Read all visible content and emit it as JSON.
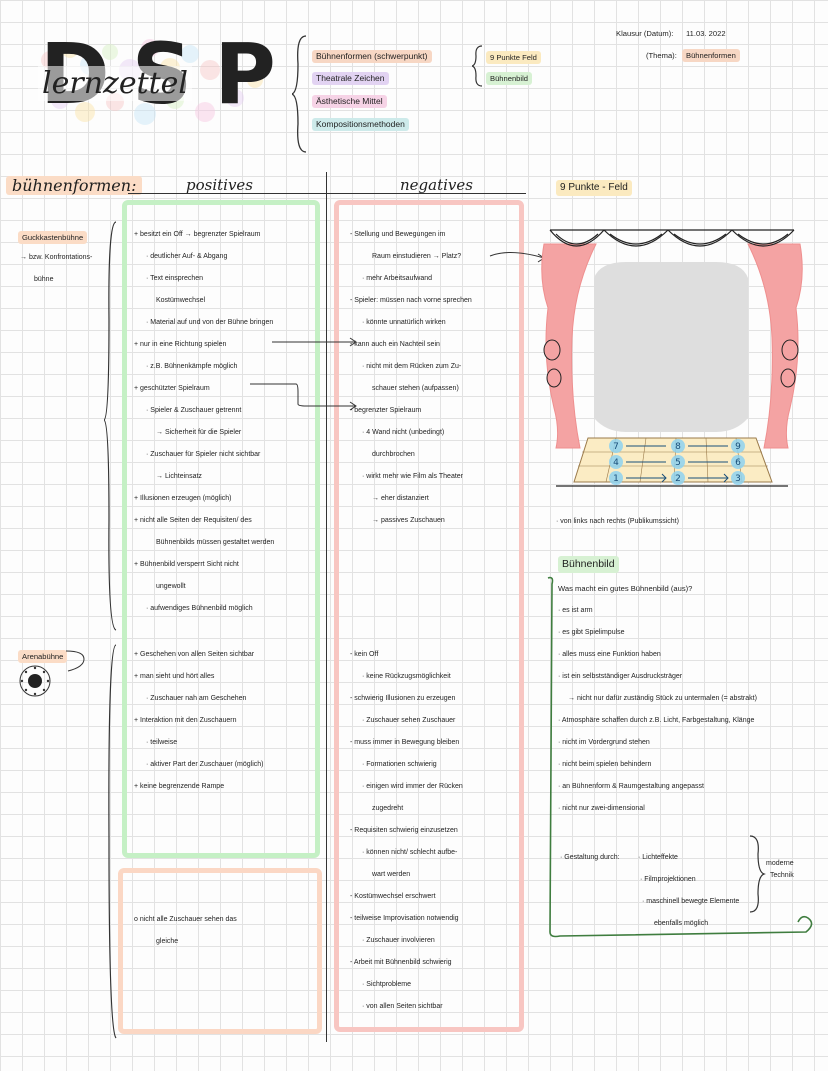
{
  "logo": {
    "big_letters": "DSP",
    "script": "lernzettel"
  },
  "topics": [
    {
      "label": "Bühnenformen (schwerpunkt)",
      "color": "#f7d7c4"
    },
    {
      "label": "Theatrale Zeichen",
      "color": "#e2d3f2"
    },
    {
      "label": "Ästhetische Mittel",
      "color": "#f6d3e6"
    },
    {
      "label": "Kompositionsmethoden",
      "color": "#cdeaea"
    }
  ],
  "sub_topics": [
    {
      "label": "9 Punkte Feld",
      "color": "#fbeac0"
    },
    {
      "label": "Bühnenbild",
      "color": "#d7f1d3"
    }
  ],
  "klausur": {
    "label": "Klausur (Datum):",
    "value": "11.03. 2022"
  },
  "thema": {
    "label": "(Thema):",
    "value": "Bühnenformen"
  },
  "section_title": "bühnenformen:",
  "col_positives": "positives",
  "col_negatives": "negatives",
  "guckkasten": {
    "name": "Guckkastenbühne",
    "alt1": "→ bzw. Konfrontations-",
    "alt2": "bühne",
    "positives": [
      "+ besitzt ein Off → begrenzter Spielraum",
      "· deutlicher Auf- & Abgang",
      "· Text einsprechen",
      "Kostümwechsel",
      "· Material auf und von der Bühne bringen",
      "+ nur in eine Richtung spielen",
      "· z.B. Bühnenkämpfe möglich",
      "+ geschützter Spielraum",
      "· Spieler & Zuschauer getrennt",
      "→ Sicherheit für die Spieler",
      "· Zuschauer für Spieler nicht sichtbar",
      "→ Lichteinsatz",
      "+ Illusionen erzeugen (möglich)",
      "+ nicht alle Seiten der Requisiten/ des",
      "Bühnenbilds müssen gestaltet werden",
      "+ Bühnenbild versperrt Sicht nicht",
      "ungewollt",
      "· aufwendiges Bühnenbild möglich"
    ],
    "negatives": [
      "- Stellung und Bewegungen im",
      "Raum einstudieren → Platz?",
      "· mehr Arbeitsaufwand",
      "- Spieler: müssen nach vorne sprechen",
      "· könnte unnatürlich wirken",
      "- kann auch ein Nachteil sein",
      "· nicht mit dem Rücken zum Zu-",
      "schauer stehen (aufpassen)",
      "- begrenzter Spielraum",
      "· 4 Wand nicht (unbedingt)",
      "durchbrochen",
      "· wirkt mehr wie Film als Theater",
      "→ eher distanziert",
      "→ passives Zuschauen"
    ]
  },
  "arena": {
    "name": "Arenabühne",
    "positives": [
      "+ Geschehen von allen Seiten sichtbar",
      "+ man sieht und hört alles",
      "· Zuschauer nah am Geschehen",
      "+ Interaktion mit den Zuschauern",
      "· teilweise",
      "· aktiver Part der Zuschauer (möglich)",
      "+ keine begrenzende Rampe"
    ],
    "neutral": [
      "o nicht alle Zuschauer sehen das",
      "gleiche"
    ],
    "negatives": [
      "- kein Off",
      "· keine Rückzugsmöglichkeit",
      "- schwierig Illusionen zu erzeugen",
      "· Zuschauer sehen Zuschauer",
      "- muss immer in Bewegung bleiben",
      "· Formationen schwierig",
      "· einigen wird immer der Rücken",
      "zugedreht",
      "- Requisiten schwierig einzusetzen",
      "· können nicht/ schlecht aufbe-",
      "wart werden",
      "- Kostümwechsel erschwert",
      "- teilweise Improvisation notwendig",
      "· Zuschauer involvieren",
      "- Arbeit mit Bühnenbild schwierig",
      "· Sichtprobleme",
      "· von allen Seiten sichtbar"
    ]
  },
  "nine_field": {
    "title": "9 Punkte - Feld",
    "numbers": [
      "7",
      "8",
      "9",
      "4",
      "5",
      "6",
      "1",
      "2",
      "3"
    ],
    "caption": "· von links nach rechts (Publikumssicht)"
  },
  "buehnenbild": {
    "title": "Bühnenbild",
    "question": "Was macht ein gutes Bühnenbild (aus)?",
    "items": [
      "· es ist arm",
      "· es gibt Spielimpulse",
      "· alles muss eine Funktion haben",
      "· ist ein selbstständiger Ausdrucksträger",
      "→ nicht nur dafür zuständig Stück zu untermalen (= abstrakt)",
      "· Atmosphäre schaffen durch z.B. Licht, Farbgestaltung, Klänge",
      "· nicht im Vordergrund stehen",
      "· nicht beim spielen behindern",
      "· an Bühnenform & Raumgestaltung angepasst",
      "· nicht nur zwei-dimensional"
    ],
    "gestaltung": {
      "label": "· Gestaltung durch:",
      "items": [
        "· Lichteffekte",
        "· Filmprojektionen",
        "· maschinell bewegte Elemente",
        "ebenfalls möglich"
      ],
      "bracket_note1": "moderne",
      "bracket_note2": "Technik"
    }
  },
  "colors": {
    "green": "#7fd97f",
    "green_fill": "#e9f8e9",
    "red": "#f2a8a0",
    "red_fill": "#fdeeee",
    "peach": "#f8d0b8",
    "curtain": "#ef8f8f",
    "blue": "#8fd3f0"
  }
}
